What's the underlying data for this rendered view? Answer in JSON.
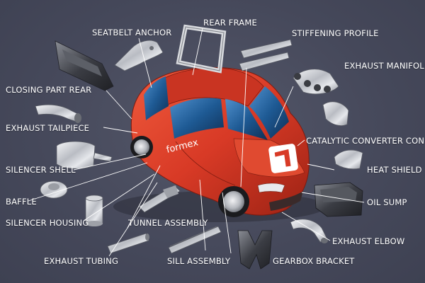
{
  "colors": {
    "background": "#474a5c",
    "car_body": "#d83a26",
    "glass": "#1e5a94",
    "text": "#ffffff"
  },
  "brand": {
    "name": "formex"
  },
  "parts": [
    {
      "id": "seatbelt-anchor",
      "label": "SEATBELT ANCHOR"
    },
    {
      "id": "rear-frame",
      "label": "REAR FRAME"
    },
    {
      "id": "stiffening-profile",
      "label": "STIFFENING PROFILE"
    },
    {
      "id": "exhaust-manifold",
      "label": "EXHAUST MANIFOLD"
    },
    {
      "id": "closing-part-rear",
      "label": "CLOSING PART REAR"
    },
    {
      "id": "exhaust-tailpiece",
      "label": "EXHAUST TAILPIECE"
    },
    {
      "id": "catalytic-converter-cone",
      "label": "CATALYTIC CONVERTER CONE"
    },
    {
      "id": "silencer-shell",
      "label": "SILENCER SHELL"
    },
    {
      "id": "heat-shield",
      "label": "HEAT SHIELD"
    },
    {
      "id": "baffle",
      "label": "BAFFLE"
    },
    {
      "id": "oil-sump",
      "label": "OIL SUMP"
    },
    {
      "id": "silencer-housing",
      "label": "SILENCER HOUSING"
    },
    {
      "id": "tunnel-assembly",
      "label": "TUNNEL ASSEMBLY"
    },
    {
      "id": "exhaust-elbow",
      "label": "EXHAUST ELBOW"
    },
    {
      "id": "exhaust-tubing",
      "label": "EXHAUST TUBING"
    },
    {
      "id": "sill-assembly",
      "label": "SILL ASSEMBLY"
    },
    {
      "id": "gearbox-bracket",
      "label": "GEARBOX BRACKET"
    }
  ]
}
